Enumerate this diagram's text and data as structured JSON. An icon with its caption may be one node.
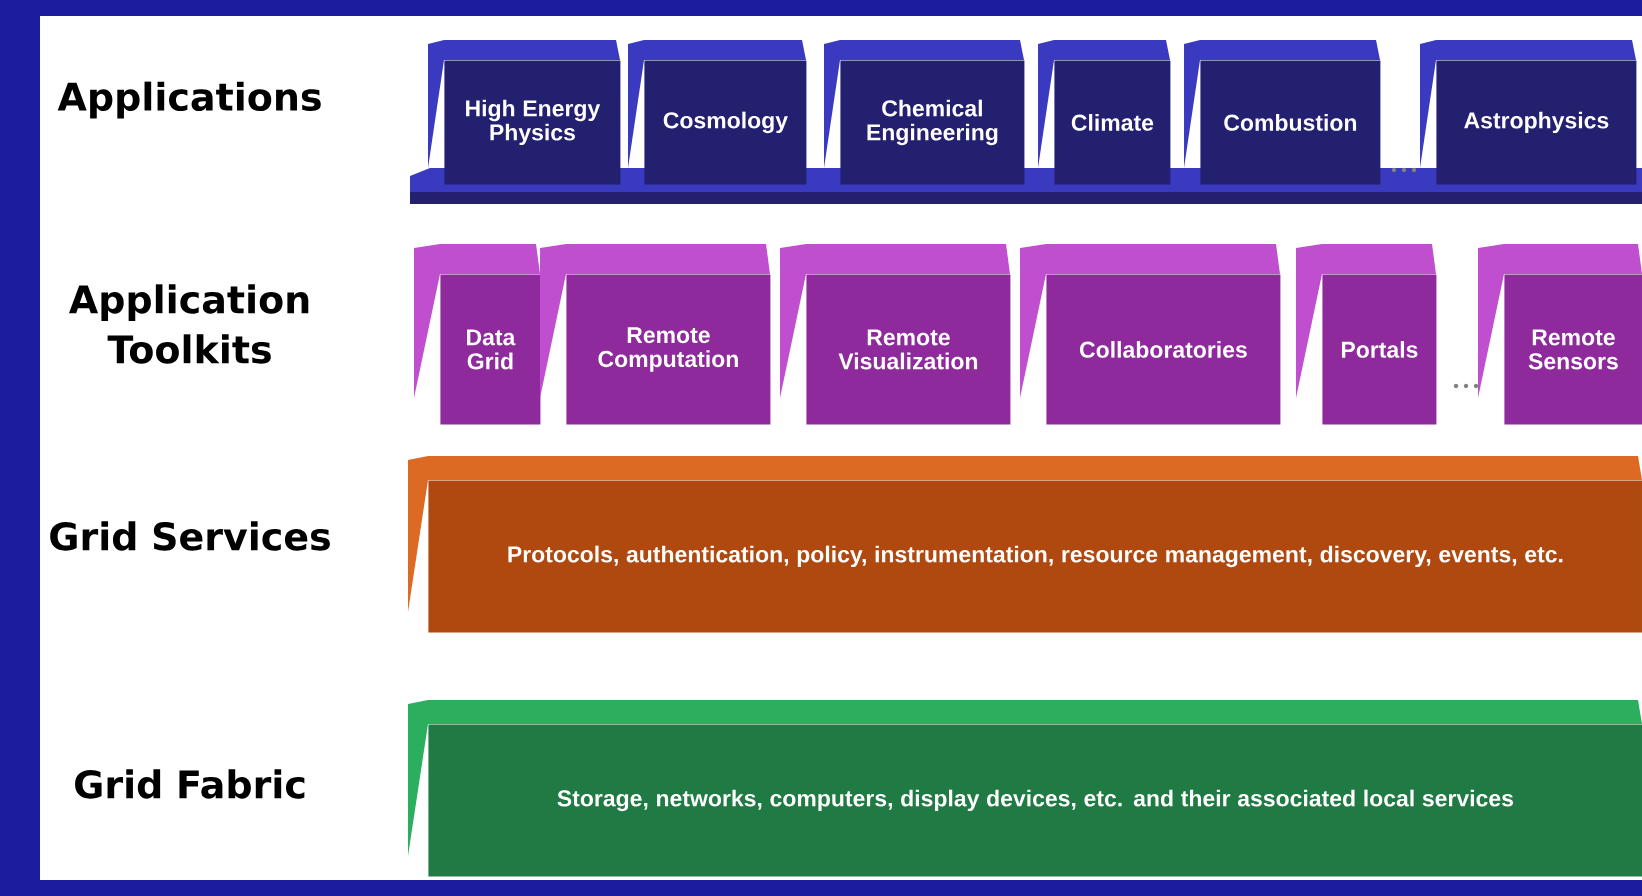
{
  "diagram": {
    "nodes": [
      {
        "text": [
          "High Energy Physics"
        ]
      },
      {
        "text": [
          "Cosmology"
        ]
      },
      {
        "text": [
          "Chemical Engineering"
        ]
      },
      {
        "text": [
          "Climate"
        ]
      },
      {
        "text": [
          "Combustion"
        ]
      },
      {
        "text": [
          "Astrophysics"
        ]
      },
      {
        "text": [
          "Data Grid"
        ]
      },
      {
        "text": [
          "Remote Computation"
        ]
      },
      {
        "text": [
          "Remote Visualization"
        ]
      },
      {
        "text": [
          "Collaboratories"
        ]
      },
      {
        "text": [
          "Portals"
        ]
      },
      {
        "text": [
          "Remote Sensors"
        ]
      },
      {
        "text": [
          "Protocols, authentication, policy, instrumentation, resource management, discovery, events, etc."
        ]
      },
      {
        "text": [
          "Storage, networks, computers, display devices, etc. and their associated local services"
        ]
      }
    ],
    "labels": [
      "Applications",
      "Application Toolkits",
      "Grid Services",
      "Grid Fabric"
    ]
  }
}
